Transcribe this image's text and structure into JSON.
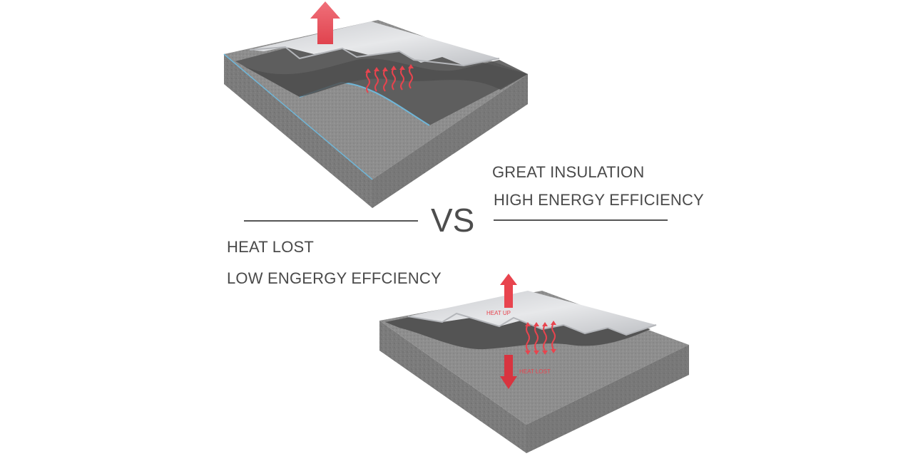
{
  "labels": {
    "great_insulation": "GREAT INSULATION",
    "high_efficiency": "HIGH ENERGY EFFICIENCY",
    "vs": "VS",
    "heat_lost": "HEAT LOST",
    "low_efficiency": "LOW ENGERGY EFFCIENCY",
    "heat_up_small": "HEAT UP",
    "heat_lost_small": "HEAT LOST"
  },
  "colors": {
    "arrow_red": "#e8444e",
    "text_gray": "#4a4a4a",
    "concrete": "#7a7a7a",
    "foil": "#d4d6da",
    "underlay": "#5c5c5c",
    "blue_edge": "#6fb6d8"
  },
  "icons": [
    "arrow-up-icon",
    "arrow-down-icon",
    "heat-wave-icon"
  ]
}
